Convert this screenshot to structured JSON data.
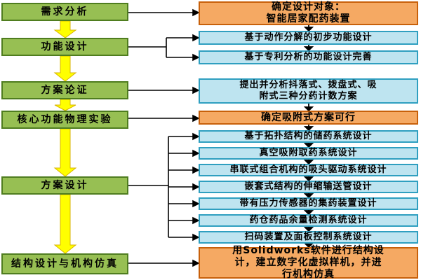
{
  "palette": {
    "stage_fill": "#97BF53",
    "stage_border": "#4F7D1F",
    "milestone_fill": "#F5A963",
    "milestone_border": "#C8600A",
    "task_fill": "#BEE4F0",
    "task_border": "#2F9FC0",
    "flow_arrow": "#FFFF00",
    "connector": "#000000"
  },
  "left_stages": [
    {
      "label": "需求分析"
    },
    {
      "label": "功能设计"
    },
    {
      "label": "方案论证"
    },
    {
      "label": "核心功能物理实验"
    },
    {
      "label": "方案设计"
    },
    {
      "label": "结构设计与机构仿真"
    }
  ],
  "right_steps": [
    {
      "label": "确定设计对象：\n智能居家配药装置",
      "type": "orange"
    },
    {
      "label": "基于动作分解的初步功能设计",
      "type": "blue"
    },
    {
      "label": "基于专利分析的功能设计完善",
      "type": "blue"
    },
    {
      "label": "提出并分析抖落式、拨盘式、吸\n附式三种分药计数方案",
      "type": "blue"
    },
    {
      "label": "确定吸附式方案可行",
      "type": "orange"
    },
    {
      "label": "基于拓扑结构的储药系统设计",
      "type": "blue"
    },
    {
      "label": "真空吸附取药系统设计",
      "type": "blue"
    },
    {
      "label": "串联式组合机构的吸头驱动系统设计",
      "type": "blue"
    },
    {
      "label": "嵌套式结构的伸缩输送管设计",
      "type": "blue"
    },
    {
      "label": "带有压力传感器的集药装置设计",
      "type": "blue"
    },
    {
      "label": "药仓药品余量检测系统设计",
      "type": "blue"
    },
    {
      "label": "扫码装置及面板控制系统设计",
      "type": "blue"
    },
    {
      "label": "用Solidworks软件进行结构设\n计，建立数字化虚拟样机，并进\n行机构仿真",
      "type": "orange"
    }
  ]
}
